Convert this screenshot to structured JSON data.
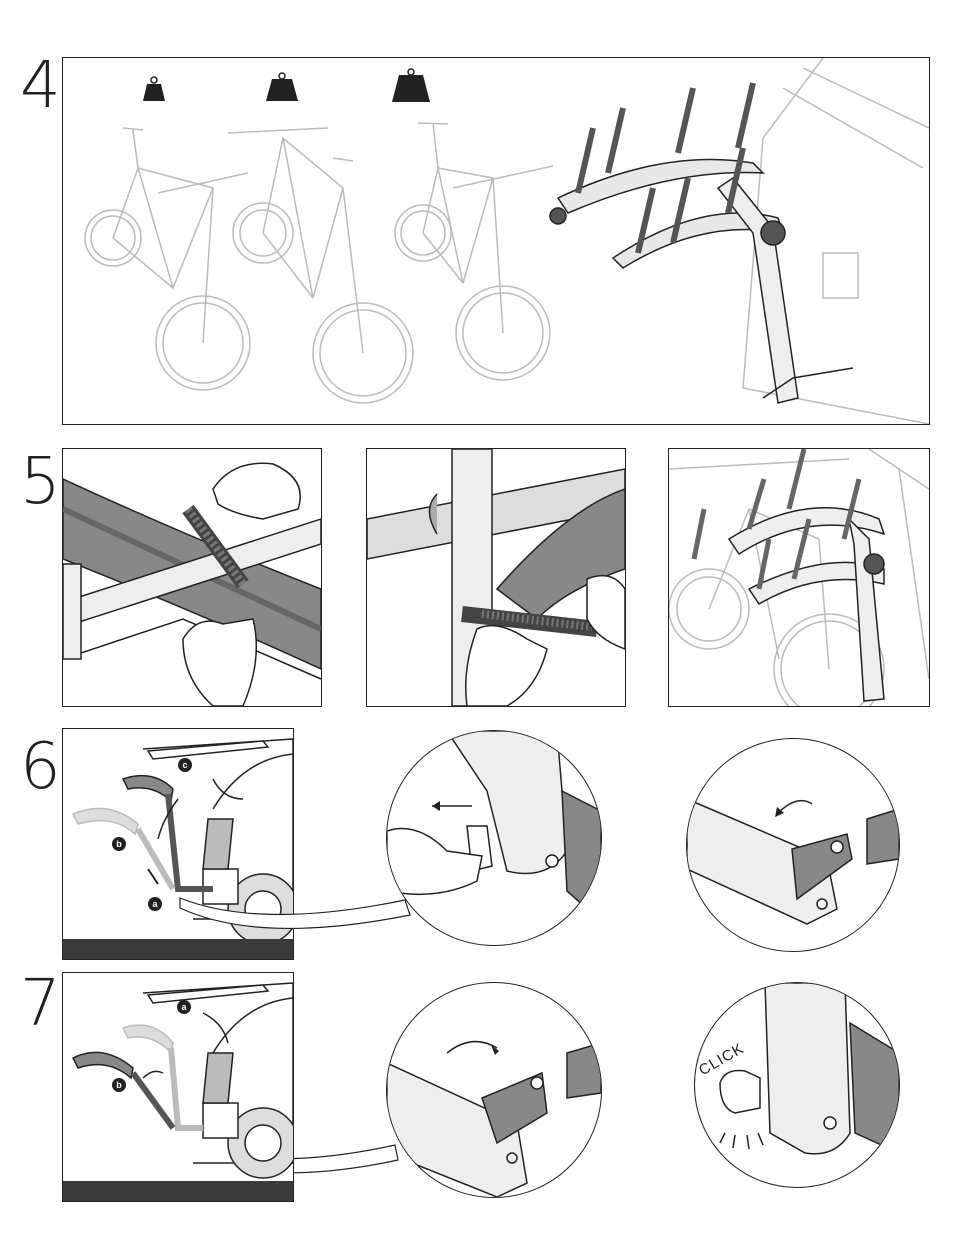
{
  "steps": {
    "s4": "4",
    "s5": "5",
    "s6": "6",
    "s7": "7"
  },
  "labels": {
    "step6": {
      "a": "a",
      "b": "b",
      "c": "c"
    },
    "step7": {
      "a": "a",
      "b": "b"
    }
  },
  "click_text": "CLICK",
  "colors": {
    "line": "#222222",
    "light_line": "#b5b5b5",
    "rack_dark": "#555555",
    "rack_mid": "#8a8a8a",
    "ground": "#3a3a3a"
  }
}
